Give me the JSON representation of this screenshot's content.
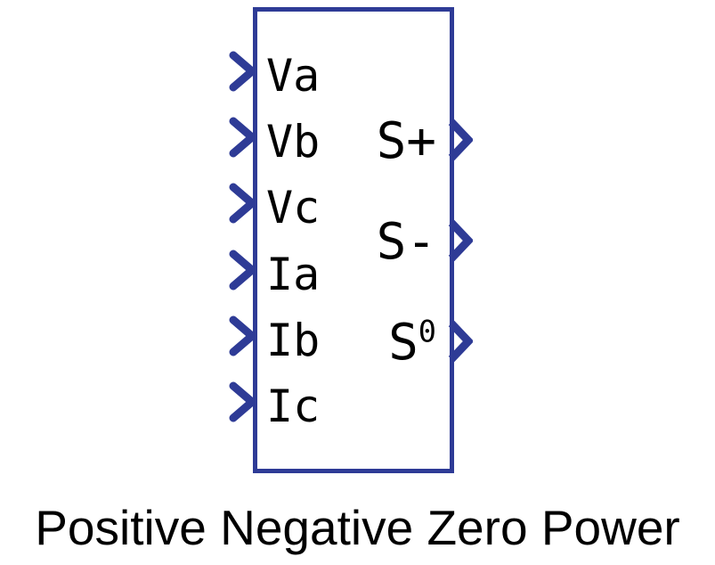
{
  "block": {
    "caption": "Positive Negative Zero Power",
    "inputs": [
      {
        "label": "Va"
      },
      {
        "label": "Vb"
      },
      {
        "label": "Vc"
      },
      {
        "label": "Ia"
      },
      {
        "label": "Ib"
      },
      {
        "label": "Ic"
      }
    ],
    "outputs": [
      {
        "label": "S+",
        "sup": ""
      },
      {
        "label": "S-",
        "sup": ""
      },
      {
        "label": "S",
        "sup": "0"
      }
    ]
  },
  "colors": {
    "port_and_border_blue": "#2e3b96",
    "label_text": "#000000",
    "background": "#ffffff"
  },
  "icons": {
    "input_port": "chevron-right-icon",
    "output_port": "chevron-right-icon"
  }
}
